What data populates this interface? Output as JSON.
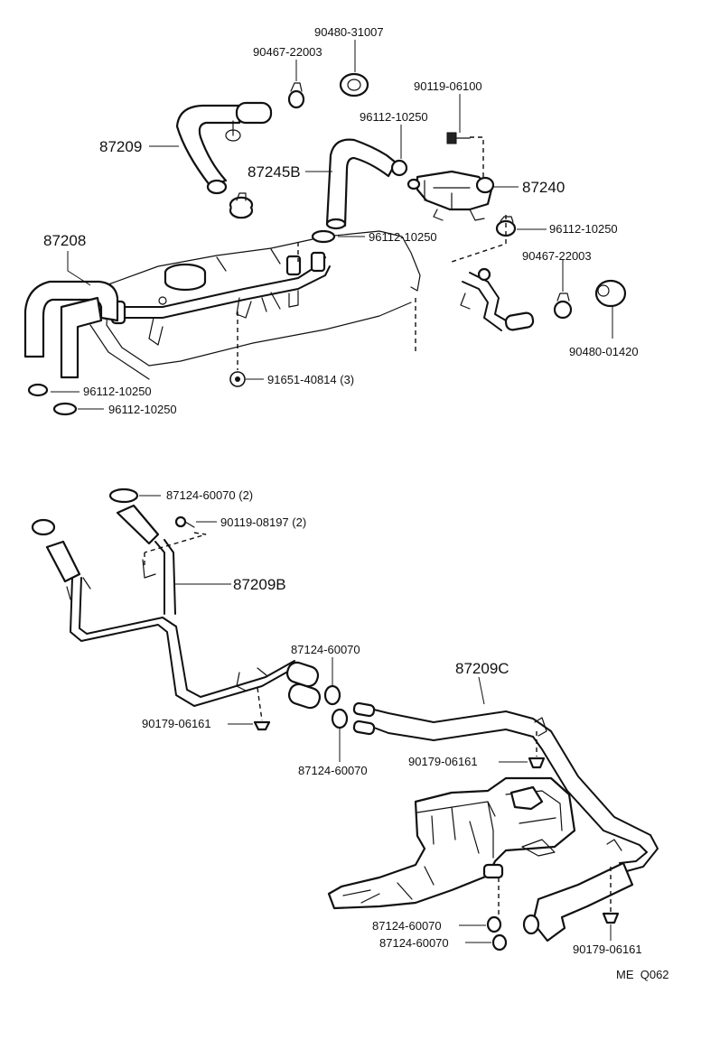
{
  "labels": {
    "p90480_31007": "90480-31007",
    "p90467_22003_top": "90467-22003",
    "p90119_06100": "90119-06100",
    "p96112_10250_a": "96112-10250",
    "p87209": "87209",
    "p87245b": "87245B",
    "p87240": "87240",
    "p96112_10250_b": "96112-10250",
    "p87208": "87208",
    "p96112_10250_c": "96112-10250",
    "p90467_22003_r": "90467-22003",
    "p90480_01420": "90480-01420",
    "p91651_40814": "91651-40814 (3)",
    "p96112_10250_d": "96112-10250",
    "p96112_10250_e": "96112-10250",
    "p87124_60070_2": "87124-60070 (2)",
    "p90119_08197_2": "90119-08197 (2)",
    "p87209b": "87209B",
    "p87124_60070_m1": "87124-60070",
    "p87209c": "87209C",
    "p90179_06161_l": "90179-06161",
    "p87124_60070_m2": "87124-60070",
    "p90179_06161_m": "90179-06161",
    "p87124_60070_b1": "87124-60070",
    "p87124_60070_b2": "87124-60070",
    "p90179_06161_r": "90179-06161",
    "code": "ME  Q062"
  }
}
